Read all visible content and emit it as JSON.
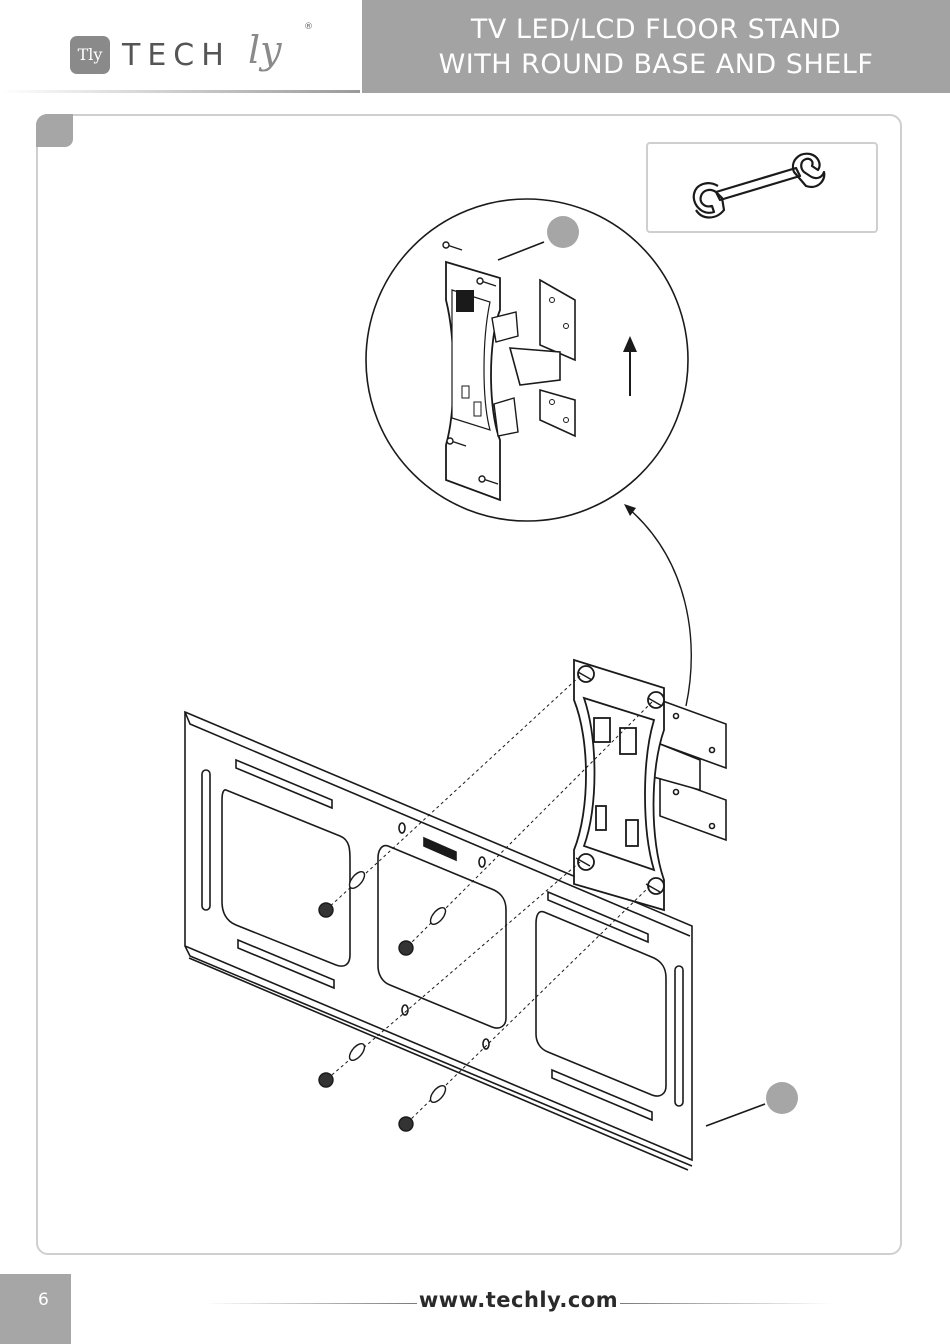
{
  "header": {
    "brand_mark": "Tly",
    "brand_word": "TECH",
    "brand_script": "ly",
    "brand_registered": "®",
    "title_line_1": "TV LED/LCD FLOOR STAND",
    "title_line_2": "WITH ROUND BASE AND SHELF"
  },
  "colors": {
    "accent_gray": "#a3a3a3",
    "line": "#1a1a1a"
  },
  "tool": {
    "icon": "wrench-icon"
  },
  "footer": {
    "page_number": "6",
    "url": "www.techly.com"
  }
}
